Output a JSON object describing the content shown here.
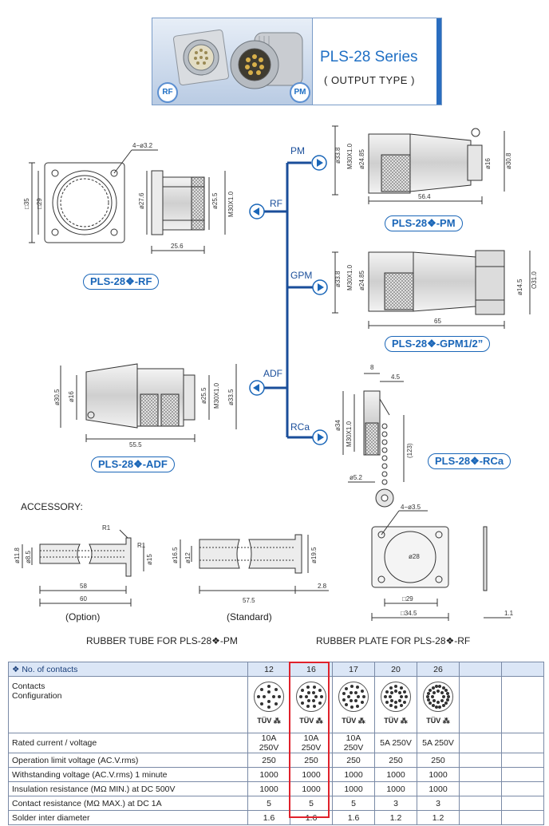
{
  "header": {
    "series_title": "PLS-28 Series",
    "subtitle": "( OUTPUT TYPE )",
    "badge_left": "RF",
    "badge_right": "PM"
  },
  "branches": {
    "rf": "RF",
    "pm": "PM",
    "gpm": "GPM",
    "adf": "ADF",
    "rca": "RCa"
  },
  "labels": {
    "rf": "PLS-28❖-RF",
    "pm": "PLS-28❖-PM",
    "gpm": "PLS-28❖-GPM1/2”",
    "adf": "PLS-28❖-ADF",
    "rca": "PLS-28❖-RCa"
  },
  "dims": {
    "rf_hole": "4−ø3.2",
    "rf_sq35": "□35",
    "rf_sq29": "□29",
    "rf_d276": "ø27.6",
    "rf_d255": "ø25.5",
    "rf_thread": "M30X1.0",
    "rf_len": "25.6",
    "pm_d338": "ø33.8",
    "pm_thread": "M30X1.0",
    "pm_d2485": "ø24.85",
    "pm_d16": "ø16",
    "pm_d308": "ø30.8",
    "pm_len": "56.4",
    "gpm_d338": "ø33.8",
    "gpm_thread": "M30X1.0",
    "gpm_d2485": "ø24.85",
    "gpm_d145": "ø14.5",
    "gpm_o310": "O31.0",
    "gpm_len": "65",
    "adf_d305": "ø30.5",
    "adf_d16": "ø16",
    "adf_d255": "ø25.5",
    "adf_thread": "M30X1.0",
    "adf_d335": "ø33.5",
    "adf_len": "55.5",
    "rca_8": "8",
    "rca_45": "4.5",
    "rca_d34": "ø34",
    "rca_thread": "M30X1.0",
    "rca_123": "(123)",
    "rca_d52": "ø5.2",
    "tube_d118": "ø11.8",
    "tube_d85": "ø8.5",
    "tube_r1a": "R1",
    "tube_r1b": "R1",
    "tube_d15": "ø15",
    "tube_58": "58",
    "tube_60": "60",
    "std_d165": "ø16.5",
    "std_d12": "ø12",
    "std_d195": "ø19.5",
    "std_575": "57.5",
    "std_28": "2.8",
    "plate_hole": "4−ø3.5",
    "plate_d28": "ø28",
    "plate_sq29": "□29",
    "plate_sq345": "□34.5",
    "plate_11": "1.1"
  },
  "accessory": {
    "title": "ACCESSORY:",
    "option": "(Option)",
    "standard": "(Standard)",
    "tube_caption": "RUBBER TUBE FOR PLS-28❖-PM",
    "plate_caption": "RUBBER PLATE FOR PLS-28❖-RF"
  },
  "table": {
    "col_header": "❖ No. of contacts",
    "contacts": [
      "12",
      "16",
      "17",
      "20",
      "26"
    ],
    "config_label_1": "Contacts",
    "config_label_2": "Configuration",
    "cert_text": "TÜV ⁂",
    "rows": [
      {
        "label": "Rated current / voltage",
        "values": [
          "10A 250V",
          "10A 250V",
          "10A 250V",
          "5A 250V",
          "5A 250V"
        ]
      },
      {
        "label": "Operation limit voltage (AC.V.rms)",
        "values": [
          "250",
          "250",
          "250",
          "250",
          "250"
        ]
      },
      {
        "label": "Withstanding voltage (AC.V.rms) 1 minute",
        "values": [
          "1000",
          "1000",
          "1000",
          "1000",
          "1000"
        ]
      },
      {
        "label": "Insulation resistance (MΩ MIN.) at DC 500V",
        "values": [
          "1000",
          "1000",
          "1000",
          "1000",
          "1000"
        ]
      },
      {
        "label": "Contact resistance (MΩ MAX.) at DC 1A",
        "values": [
          "5",
          "5",
          "5",
          "3",
          "3"
        ]
      },
      {
        "label": "Solder inter diameter",
        "values": [
          "1.6",
          "1.6",
          "1.6",
          "1.2",
          "1.2"
        ]
      }
    ],
    "highlight_color": "#e0212b"
  },
  "colors": {
    "accent": "#1f6fc4",
    "tree": "#1a4e9a"
  }
}
